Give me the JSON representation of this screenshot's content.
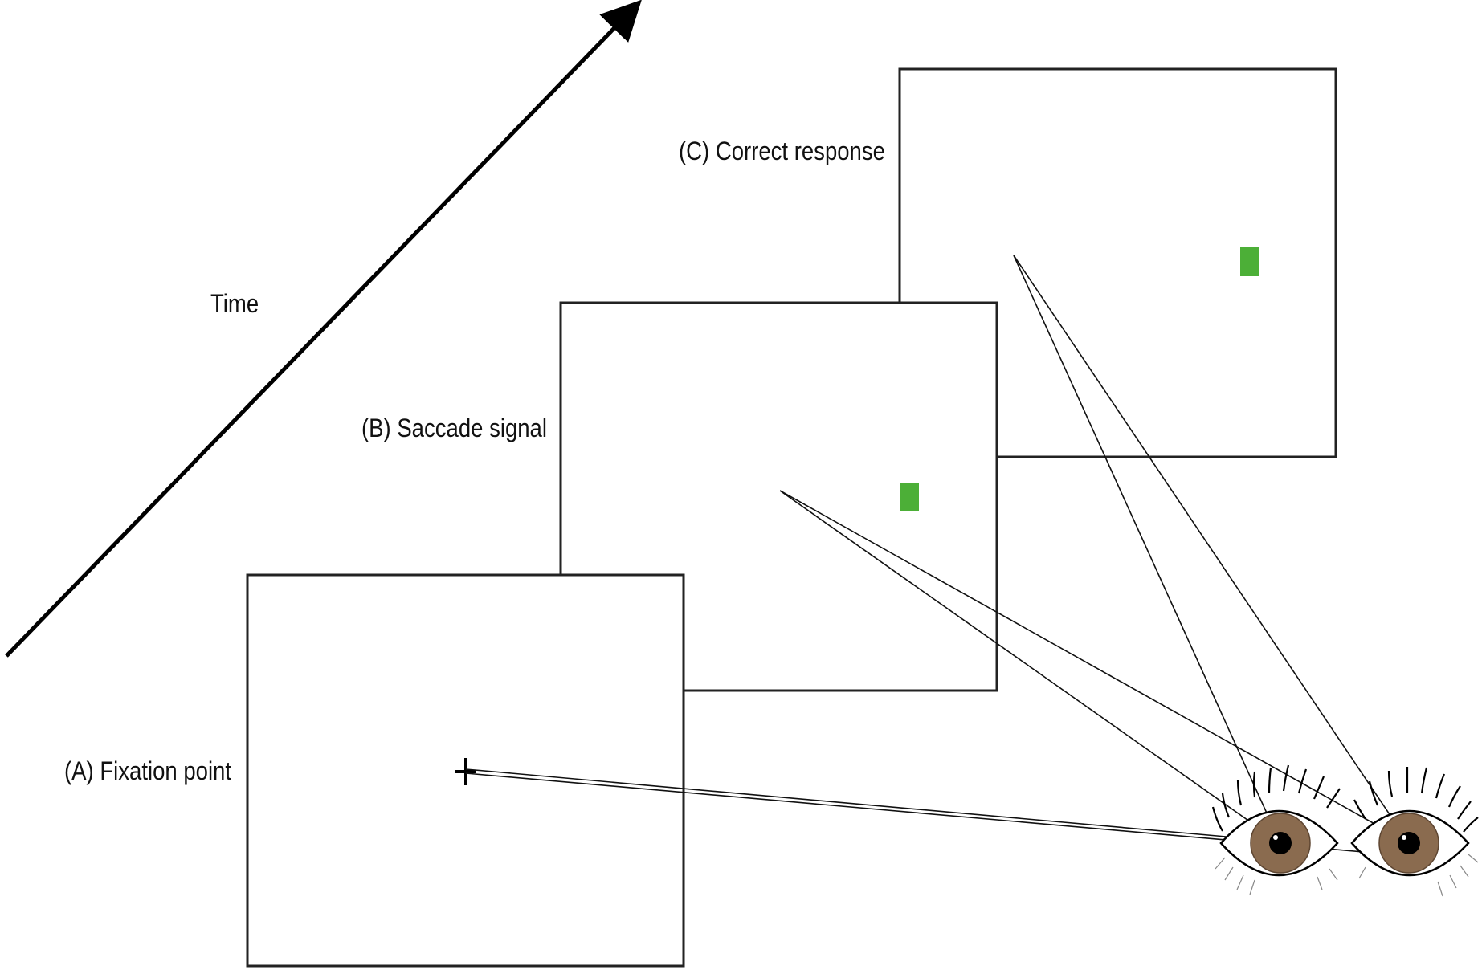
{
  "diagram": {
    "time_label": "Time",
    "screens": [
      {
        "id": "A",
        "label": "(A) Fixation point",
        "stimulus": "fixation-cross"
      },
      {
        "id": "B",
        "label": "(B) Saccade signal",
        "stimulus": "green-square"
      },
      {
        "id": "C",
        "label": "(C) Correct response",
        "stimulus": "green-square"
      }
    ],
    "colors": {
      "stimulus": "#4caf37",
      "iris": "#8a6b4f",
      "pupil": "#000000",
      "line": "#111111"
    }
  }
}
